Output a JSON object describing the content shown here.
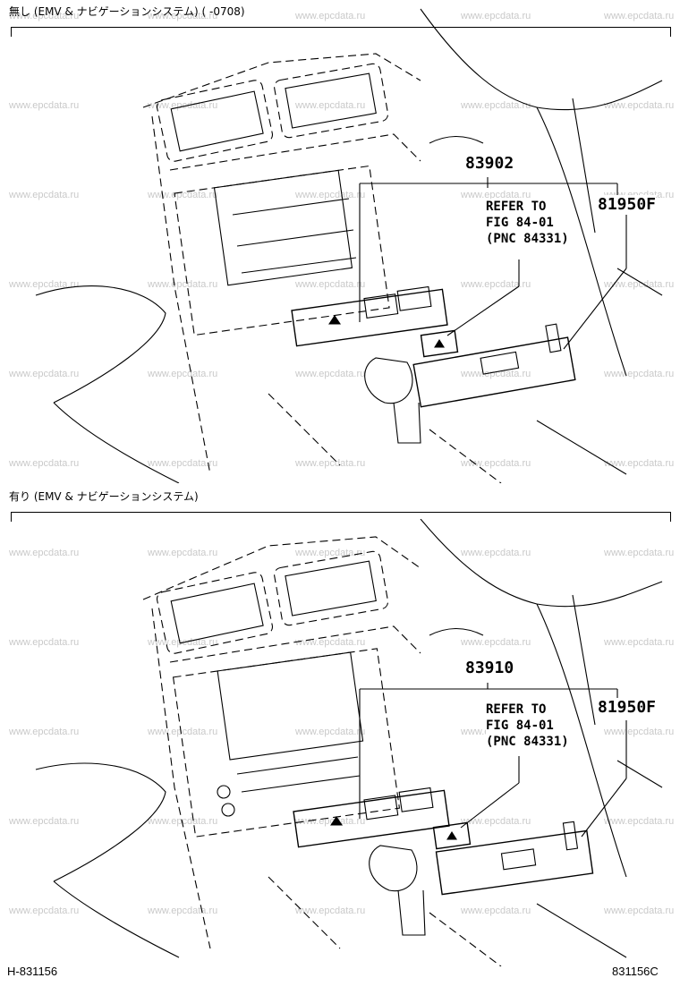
{
  "watermark": "www.epcdata.ru",
  "sections": [
    {
      "caption": "無し (EMV & ナビゲーションシステム) (      -0708)",
      "part_number": "83902",
      "reference_lines": [
        "REFER TO",
        "FIG 84-01",
        "(PNC 84331)"
      ],
      "ref_part": "81950F"
    },
    {
      "caption": "有り (EMV & ナビゲーションシステム)",
      "part_number": "83910",
      "reference_lines": [
        "REFER TO",
        "FIG 84-01",
        "(PNC 84331)"
      ],
      "ref_part": "81950F"
    }
  ],
  "footer": {
    "left": "H-831156",
    "right": "831156C"
  }
}
